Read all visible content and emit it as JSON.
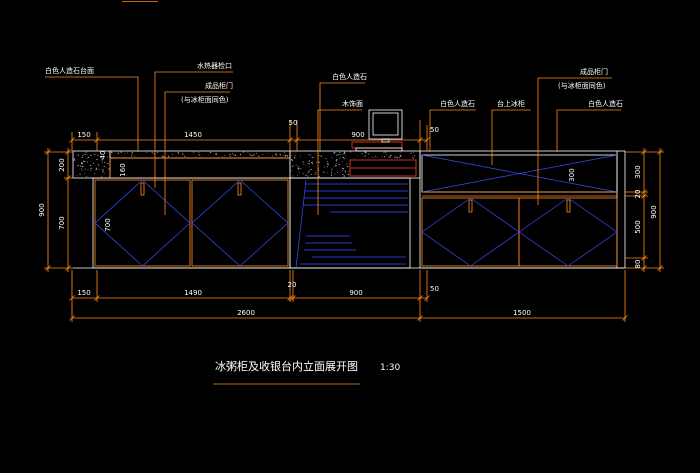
{
  "colors": {
    "background": "#000000",
    "line": "#ffffff",
    "dimension": "#ff8c1a",
    "pattern": "#3a4dff",
    "accent": "#ff3b1f",
    "speckle": "#aaaaaa"
  },
  "labels": {
    "countertop_left": "白色人造石台面",
    "water_heater_access": "水热器检口",
    "door_left": "成品柜门",
    "door_left_note": "(与冰柜面同色)",
    "stone_middle": "白色人造石",
    "wood_veneer": "木饰面",
    "stone_right": "白色人造石",
    "counter_freezer": "台上冰柜",
    "door_right": "成品柜门",
    "door_right_note": "(与冰柜面同色)",
    "stone_far_right": "白色人造石"
  },
  "dimensions": {
    "top": [
      "150",
      "1450",
      "50",
      "900",
      "50"
    ],
    "bottom": [
      "150",
      "1490",
      "20",
      "900",
      "50"
    ],
    "overall": [
      "2600",
      "1500"
    ],
    "left_vertical": [
      "200",
      "700",
      "900"
    ],
    "left_inner": [
      "40",
      "160",
      "700"
    ],
    "right_vertical": [
      "300",
      "20",
      "500",
      "80",
      "900"
    ],
    "freezer_inner": "300"
  },
  "title": {
    "text": "冰粥柜及收银台内立面展开图",
    "scale": "1:30"
  }
}
